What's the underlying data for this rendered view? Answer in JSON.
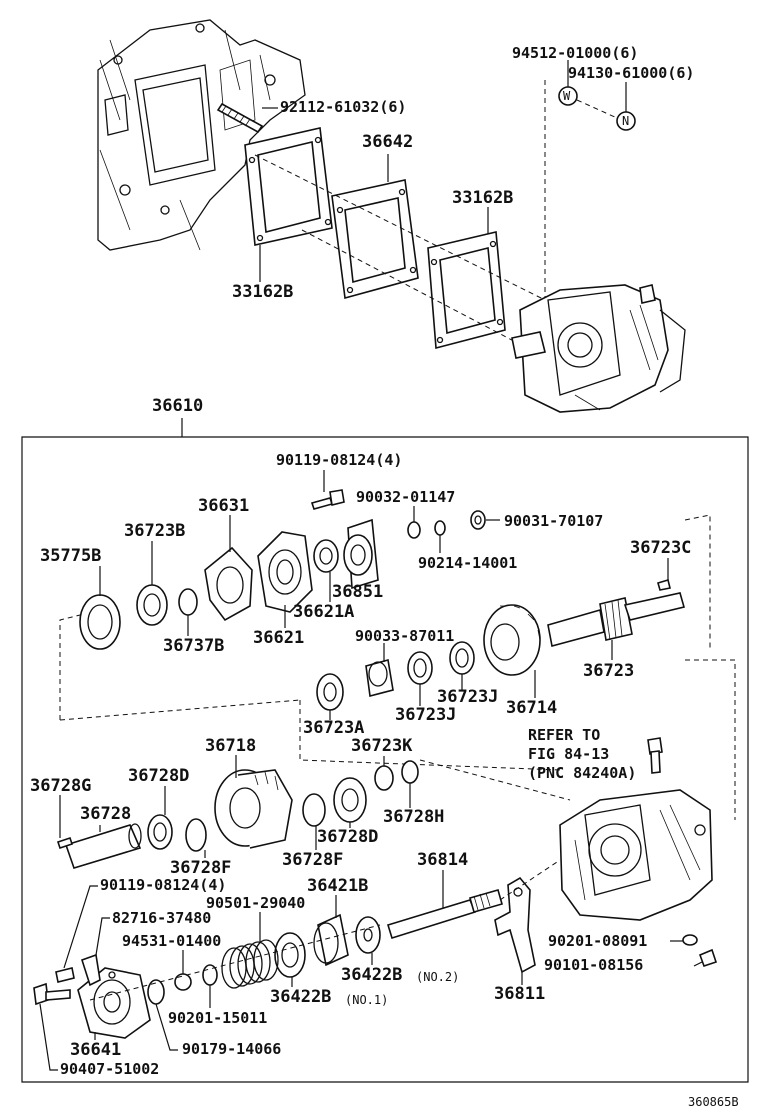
{
  "diagram": {
    "code": "360865B",
    "labels": {
      "p94512": "94512-01000(6)",
      "p94130": "94130-61000(6)",
      "p92112": "92112-61032(6)",
      "p36642": "36642",
      "p33162b_r": "33162B",
      "p33162b_l": "33162B",
      "p36610": "36610",
      "p90119_top": "90119-08124(4)",
      "p90032": "90032-01147",
      "p90031": "90031-70107",
      "p36631": "36631",
      "p36723b": "36723B",
      "p35775b": "35775B",
      "p36723c": "36723C",
      "p90214": "90214-14001",
      "p36851": "36851",
      "p36621a": "36621A",
      "p36621": "36621",
      "p36737b": "36737B",
      "p90033": "90033-87011",
      "p36723": "36723",
      "p36723j_r": "36723J",
      "p36723j_l": "36723J",
      "p36714": "36714",
      "p36723a": "36723A",
      "p36718": "36718",
      "p36723k": "36723K",
      "refer1": "REFER TO",
      "refer2": "FIG 84-13",
      "refer3": "(PNC 84240A)",
      "p36728g": "36728G",
      "p36728d_top": "36728D",
      "p36728": "36728",
      "p36728h": "36728H",
      "p36728d_bot": "36728D",
      "p36728f_l": "36728F",
      "p36728f_r": "36728F",
      "p90119_bot": "90119-08124(4)",
      "p36814": "36814",
      "p36421b": "36421B",
      "p90501": "90501-29040",
      "p82716": "82716-37480",
      "p94531": "94531-01400",
      "p36422b_2": "36422B",
      "no2": "(NO.2)",
      "p36422b_1": "36422B",
      "no1": "(NO.1)",
      "p90201_08091": "90201-08091",
      "p90101": "90101-08156",
      "p36811": "36811",
      "p90201_15011": "90201-15011",
      "p36641": "36641",
      "p90179": "90179-14066",
      "p90407": "90407-51002",
      "sym_w": "W",
      "sym_n": "N"
    }
  }
}
